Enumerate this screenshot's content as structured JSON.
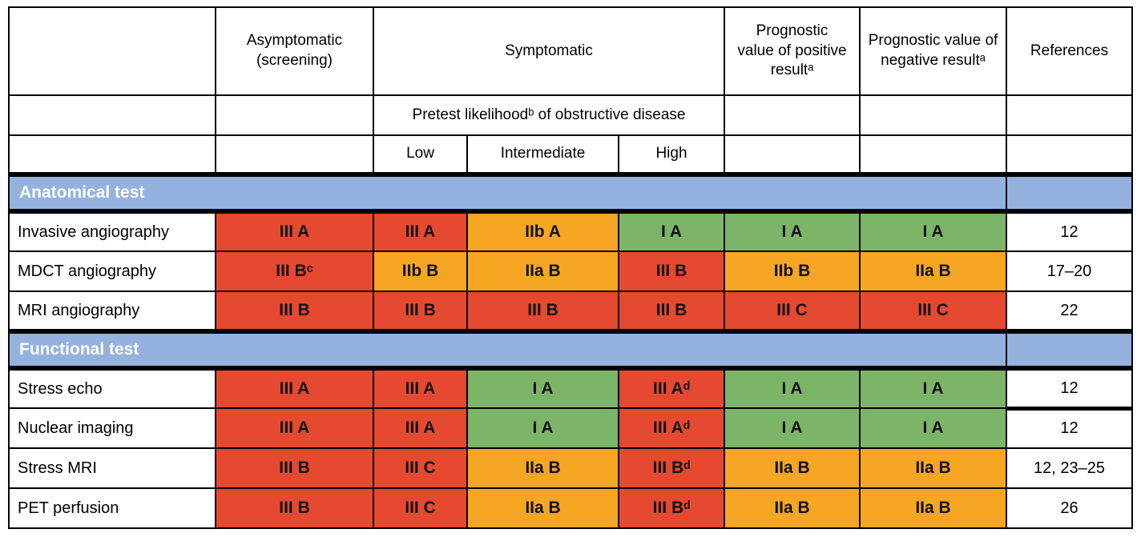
{
  "colors": {
    "red": "#E54930",
    "orange": "#F6A623",
    "green": "#7CB567",
    "blue": "#94B2DD",
    "section_text": "#FFFFFF",
    "border": "#000000"
  },
  "table": {
    "header": {
      "corner": "",
      "asymptomatic": "Asymptomatic\n(screening)",
      "symptomatic": "Symptomatic",
      "pretest": "Pretest likelihoodᵇ of obstructive disease",
      "low": "Low",
      "intermediate": "Intermediate",
      "high": "High",
      "prognostic_positive": "Prognostic\nvalue of positive\nresultᵃ",
      "prognostic_negative": "Prognostic value of\nnegative resultᵃ",
      "references": "References"
    },
    "sections": [
      {
        "label": "Anatomical test",
        "rows": [
          {
            "label": "Invasive angiography",
            "cells": [
              {
                "text": "III A",
                "color": "red"
              },
              {
                "text": "III A",
                "color": "red"
              },
              {
                "text": "IIb A",
                "color": "orange"
              },
              {
                "text": "I A",
                "color": "green"
              },
              {
                "text": "I A",
                "color": "green"
              },
              {
                "text": "I A",
                "color": "green"
              }
            ],
            "references": "12"
          },
          {
            "label": "MDCT angiography",
            "cells": [
              {
                "text": "III Bᶜ",
                "color": "red"
              },
              {
                "text": "IIb B",
                "color": "orange"
              },
              {
                "text": "IIa B",
                "color": "orange"
              },
              {
                "text": "III B",
                "color": "red"
              },
              {
                "text": "IIb B",
                "color": "orange"
              },
              {
                "text": "IIa B",
                "color": "orange"
              }
            ],
            "references": "17–20"
          },
          {
            "label": "MRI angiography",
            "cells": [
              {
                "text": "III B",
                "color": "red"
              },
              {
                "text": "III B",
                "color": "red"
              },
              {
                "text": "III B",
                "color": "red"
              },
              {
                "text": "III B",
                "color": "red"
              },
              {
                "text": "III C",
                "color": "red"
              },
              {
                "text": "III C",
                "color": "red"
              }
            ],
            "references": "22"
          }
        ]
      },
      {
        "label": "Functional test",
        "rows": [
          {
            "label": "Stress echo",
            "cells": [
              {
                "text": "III A",
                "color": "red"
              },
              {
                "text": "III A",
                "color": "red"
              },
              {
                "text": "I A",
                "color": "green"
              },
              {
                "text": "III Aᵈ",
                "color": "red"
              },
              {
                "text": "I A",
                "color": "green"
              },
              {
                "text": "I A",
                "color": "green"
              }
            ],
            "references": "12"
          },
          {
            "label": "Nuclear imaging",
            "cells": [
              {
                "text": "III A",
                "color": "red"
              },
              {
                "text": "III A",
                "color": "red"
              },
              {
                "text": "I A",
                "color": "green"
              },
              {
                "text": "III Aᵈ",
                "color": "red"
              },
              {
                "text": "I A",
                "color": "green"
              },
              {
                "text": "I A",
                "color": "green"
              }
            ],
            "references": "12"
          },
          {
            "label": "Stress MRI",
            "cells": [
              {
                "text": "III B",
                "color": "red"
              },
              {
                "text": "III C",
                "color": "red"
              },
              {
                "text": "IIa B",
                "color": "orange"
              },
              {
                "text": "III Bᵈ",
                "color": "red"
              },
              {
                "text": "IIa B",
                "color": "orange"
              },
              {
                "text": "IIa B",
                "color": "orange"
              }
            ],
            "references": "12, 23–25"
          },
          {
            "label": "PET perfusion",
            "cells": [
              {
                "text": "III B",
                "color": "red"
              },
              {
                "text": "III C",
                "color": "red"
              },
              {
                "text": "IIa B",
                "color": "orange"
              },
              {
                "text": "III Bᵈ",
                "color": "red"
              },
              {
                "text": "IIa B",
                "color": "orange"
              },
              {
                "text": "IIa B",
                "color": "orange"
              }
            ],
            "references": "26"
          }
        ]
      }
    ]
  }
}
